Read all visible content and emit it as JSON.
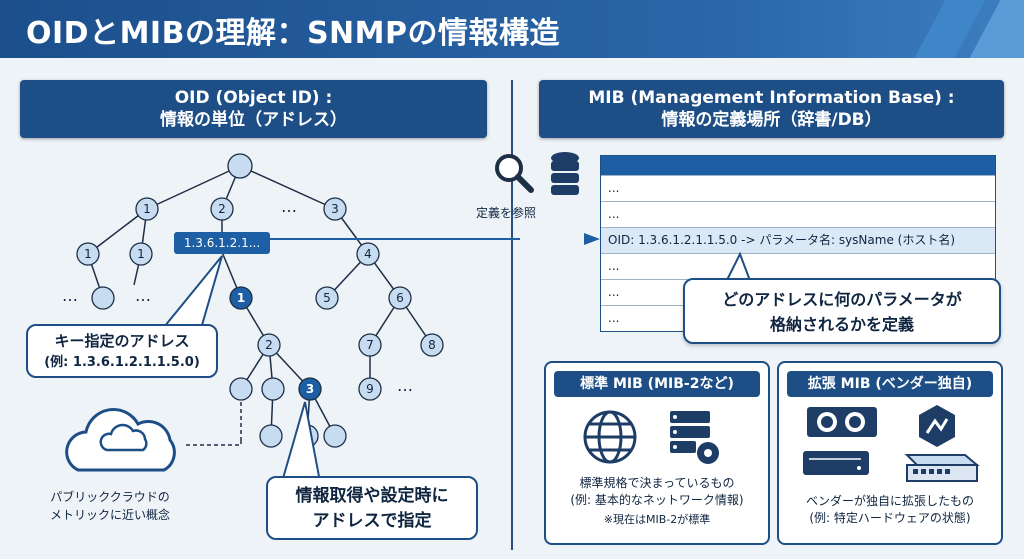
{
  "header": {
    "title": "OIDとMIBの理解：SNMPの情報構造"
  },
  "left": {
    "title_line1": "OID (Object ID) :",
    "title_line2": "情報の単位（アドレス）",
    "tree_nodes": {
      "n1a": "1",
      "n2a": "2",
      "n3a": "3",
      "n11": "1",
      "n12": "1",
      "n4": "4",
      "n5": "5",
      "n6": "6",
      "b1": "1",
      "b2": "2",
      "b3": "3",
      "n7": "7",
      "n8": "8",
      "n9": "9",
      "dots": "…"
    },
    "oid_tag": "1.3.6.1.2.1...",
    "key_callout_line1": "キー指定のアドレス",
    "key_callout_line2": "(例: 1.3.6.1.2.1.1.5.0)",
    "cloud_caption_line1": "パブリッククラウドの",
    "cloud_caption_line2": "メトリックに近い概念",
    "access_callout_line1": "情報取得や設定時に",
    "access_callout_line2": "アドレスで指定"
  },
  "right": {
    "title_line1": "MIB (Management Information Base) :",
    "title_line2": "情報の定義場所（辞書/DB）",
    "ref_label": "定義を参照",
    "table_rows": [
      "...",
      "...",
      "OID: 1.3.6.1.2.1.1.5.0 -> パラメータ名: sysName (ホスト名)",
      "...",
      "...",
      "..."
    ],
    "def_callout_line1": "どのアドレスに何のパラメータが",
    "def_callout_line2": "格納されるかを定義",
    "standard": {
      "title": "標準 MIB (MIB-2など)",
      "line1": "標準規格で決まっているもの",
      "line2": "(例: 基本的なネットワーク情報)",
      "note": "※現在はMIB-2が標準"
    },
    "extended": {
      "title": "拡張 MIB (ベンダー独自)",
      "line1": "ベンダーが独自に拡張したもの",
      "line2": "(例: 特定ハードウェアの状態)"
    }
  },
  "colors": {
    "navy": "#1d4e86",
    "accent": "#1d5ea4",
    "light_node": "#c7dcf1",
    "highlight_node": "#1d5ea4",
    "background": "#eef3f8"
  },
  "icons": [
    "magnifier-icon",
    "database-icon",
    "globe-icon",
    "server-gear-icon",
    "cloud-icon",
    "gpu-card-icon",
    "vendor-logo-icon",
    "rack-server-icon",
    "network-appliance-icon"
  ]
}
